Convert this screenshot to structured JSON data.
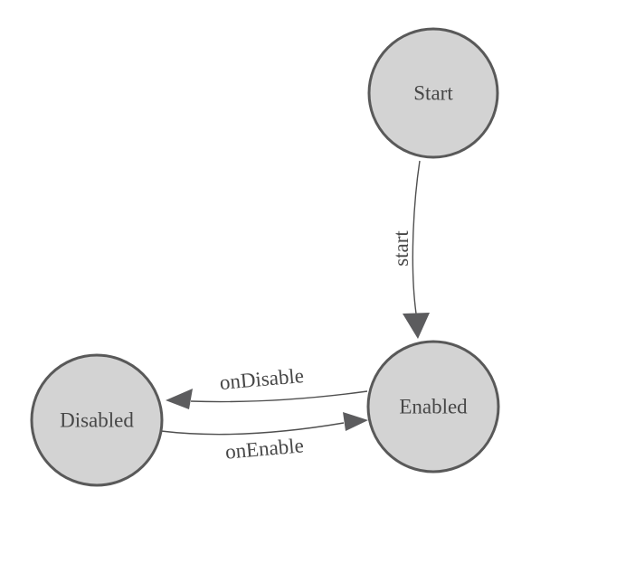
{
  "diagram": {
    "type": "state-machine-graph",
    "colors": {
      "background": "#ffffff",
      "node-fill": "#d3d3d3",
      "node-stroke": "#595959",
      "edge-stroke": "#4f4f4f",
      "arrow-fill": "#5c5c5e",
      "label-text": "#474747"
    },
    "nodes": [
      {
        "id": "start",
        "label": "Start"
      },
      {
        "id": "enabled",
        "label": "Enabled"
      },
      {
        "id": "disabled",
        "label": "Disabled"
      }
    ],
    "edges": [
      {
        "from": "Start",
        "to": "Enabled",
        "label": "start"
      },
      {
        "from": "Enabled",
        "to": "Disabled",
        "label": "onDisable"
      },
      {
        "from": "Disabled",
        "to": "Enabled",
        "label": "onEnable"
      }
    ]
  }
}
